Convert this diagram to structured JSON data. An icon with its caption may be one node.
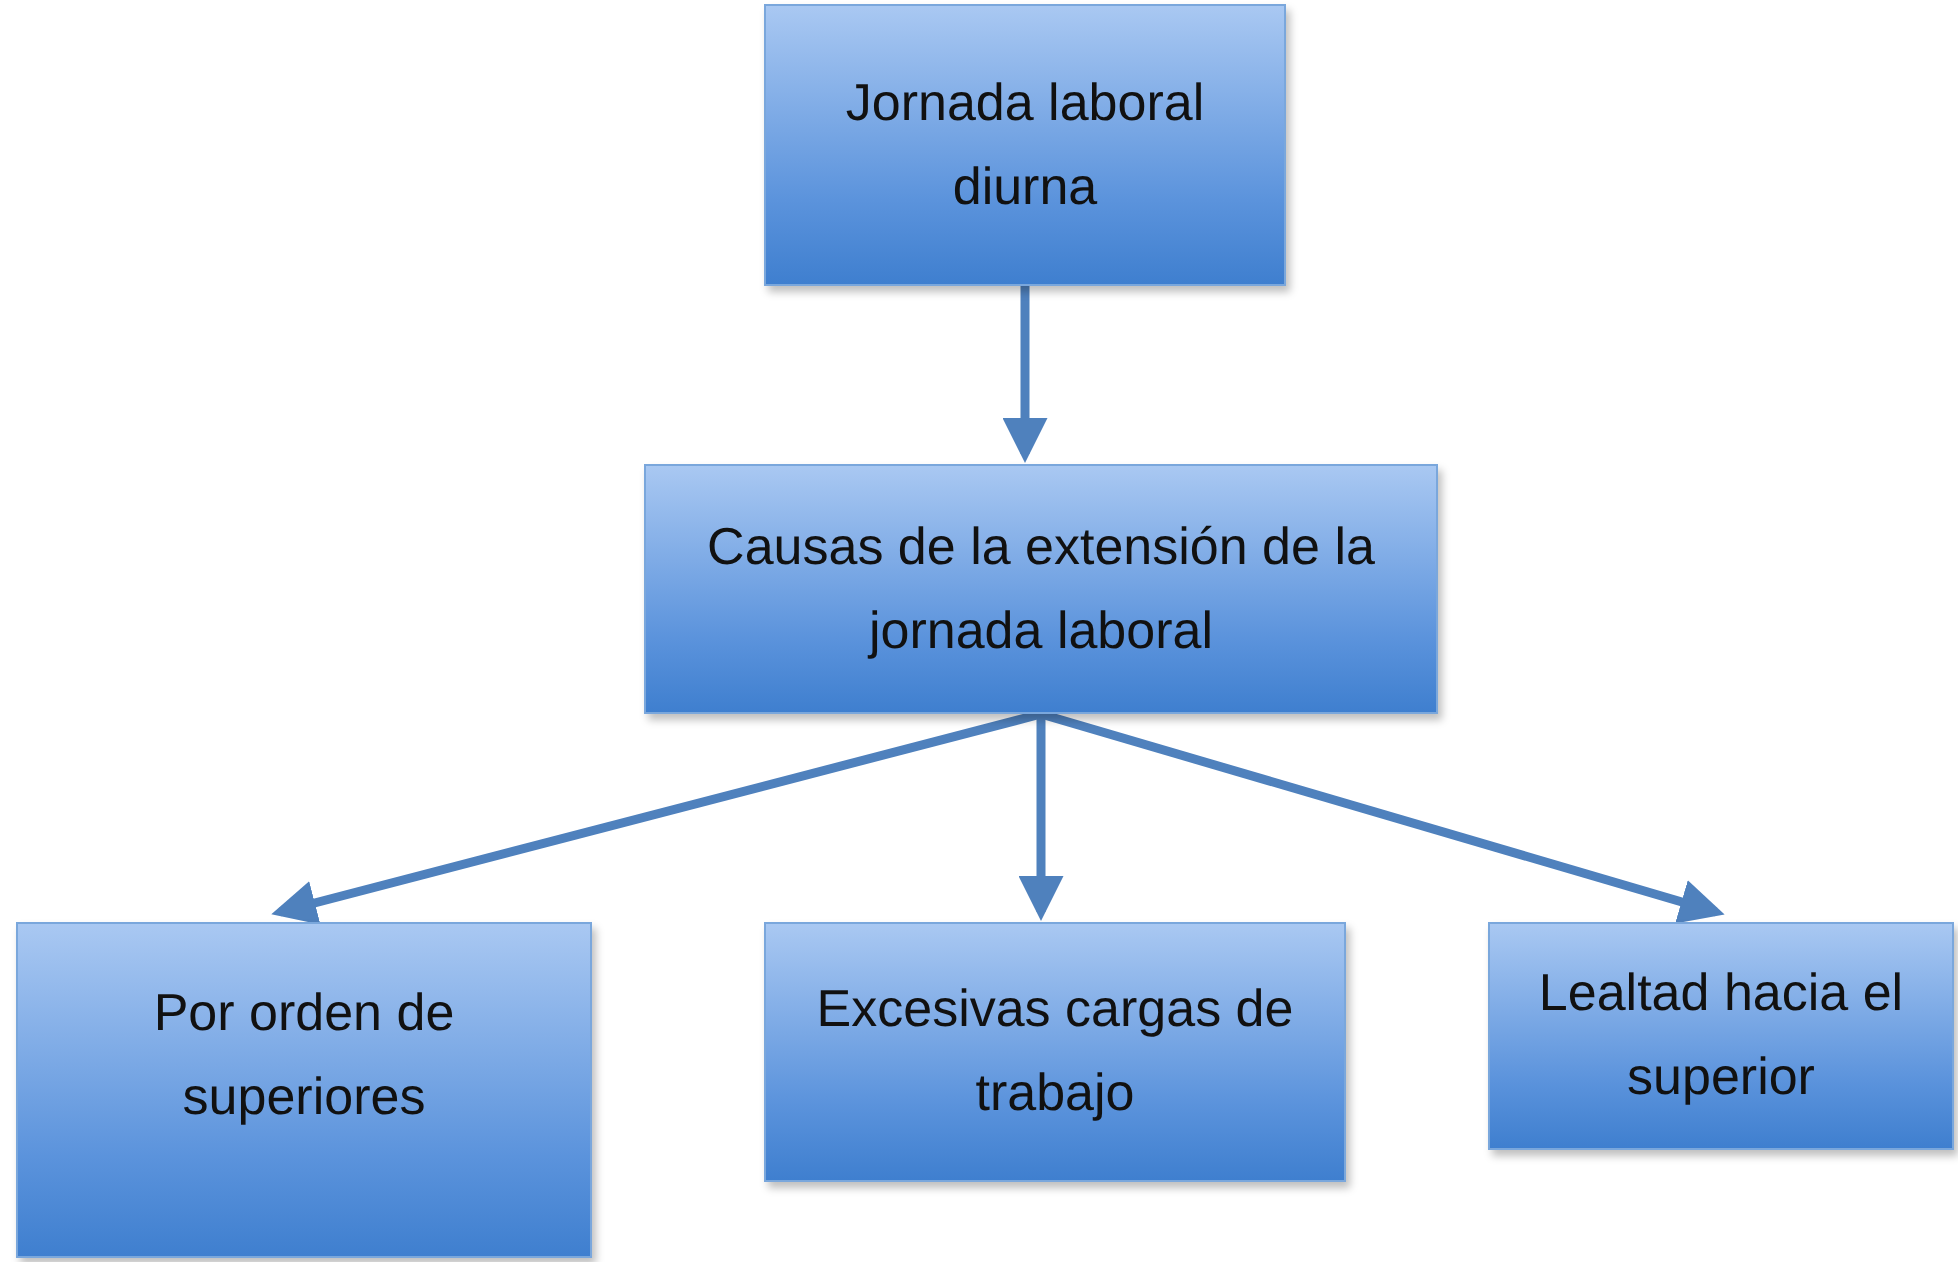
{
  "diagram": {
    "nodes": [
      {
        "text": [
          "Jornada laboral diurna"
        ]
      },
      {
        "text": [
          "Causas de la extensión de la jornada laboral"
        ]
      },
      {
        "text": [
          "Por orden de superiores"
        ]
      },
      {
        "text": [
          "Excesivas cargas de trabajo"
        ]
      },
      {
        "text": [
          "Lealtad hacia el superior"
        ]
      }
    ],
    "edges": [
      {
        "from": 0,
        "to": 1,
        "arrow": "to"
      },
      {
        "from": 1,
        "to": 2,
        "arrow": "to"
      },
      {
        "from": 1,
        "to": 3,
        "arrow": "to"
      },
      {
        "from": 1,
        "to": 4,
        "arrow": "to"
      }
    ]
  }
}
